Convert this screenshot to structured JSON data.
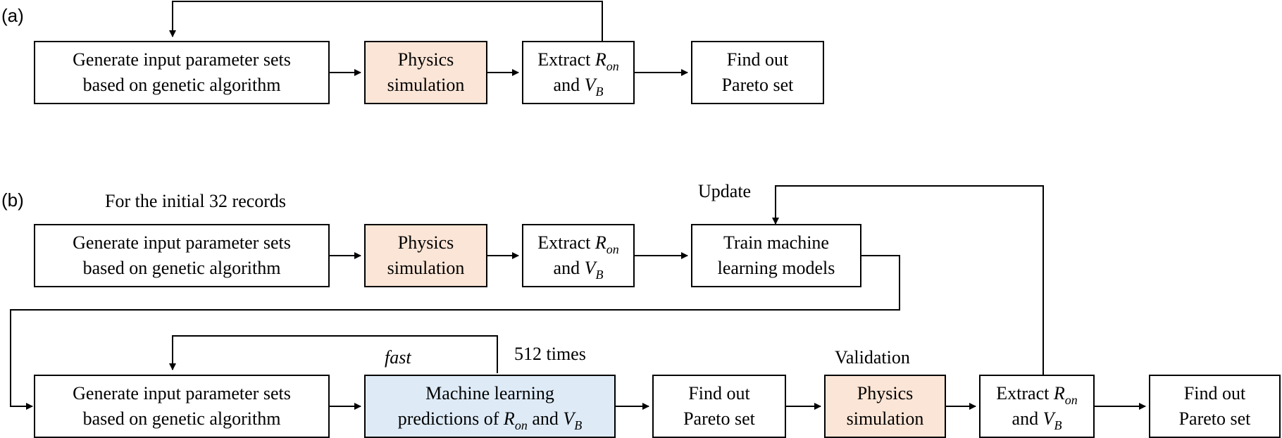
{
  "panel_a": {
    "label": "(a)",
    "gen": [
      "Generate input parameter sets",
      "based on genetic algorithm"
    ],
    "sim": [
      "Physics",
      "simulation"
    ],
    "ext": {
      "pre": "Extract ",
      "v1": "R",
      "s1": "on",
      "and": "and ",
      "v2": "V",
      "s2": "B"
    },
    "pareto": [
      "Find out",
      "Pareto set"
    ]
  },
  "panel_b": {
    "label": "(b)",
    "initial_note": "For the initial 32 records",
    "update_note": "Update",
    "gen": [
      "Generate input parameter sets",
      "based on genetic algorithm"
    ],
    "sim": [
      "Physics",
      "simulation"
    ],
    "ext": {
      "pre": "Extract ",
      "v1": "R",
      "s1": "on",
      "and": "and ",
      "v2": "V",
      "s2": "B"
    },
    "train": [
      "Train machine",
      "learning models"
    ],
    "gen2": [
      "Generate input parameter sets",
      "based on genetic algorithm"
    ],
    "fast_note": "fast",
    "times_note": "512 times",
    "ml": {
      "line1": "Machine learning",
      "pre": "predictions of ",
      "v1": "R",
      "s1": "on",
      "mid": " and ",
      "v2": "V",
      "s2": "B"
    },
    "pareto1": [
      "Find out",
      "Pareto set"
    ],
    "validation_note": "Validation",
    "sim2": [
      "Physics",
      "simulation"
    ],
    "ext2": {
      "pre": "Extract ",
      "v1": "R",
      "s1": "on",
      "and": "and ",
      "v2": "V",
      "s2": "B"
    },
    "pareto2": [
      "Find out",
      "Pareto set"
    ]
  },
  "colors": {
    "simulation_fill": "#fbe5d6",
    "ml_fill": "#deebf7",
    "line": "#000000"
  }
}
